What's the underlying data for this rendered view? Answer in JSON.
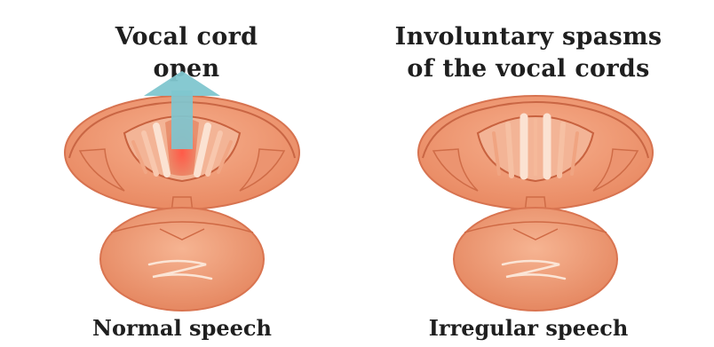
{
  "left_panel": {
    "heading_line1": "Vocal cord",
    "heading_line2": "open",
    "caption": "Normal speech"
  },
  "right_panel": {
    "heading_line1": "Involuntary spasms",
    "heading_line2": "of the vocal cords",
    "caption": "Irregular speech"
  },
  "colors": {
    "tissue": "#f2a27c",
    "tissue_dark": "#e07a55",
    "tissue_light": "#f8c1a4",
    "opening_red": "#e8453a",
    "arrow": "#7fc6cf"
  }
}
